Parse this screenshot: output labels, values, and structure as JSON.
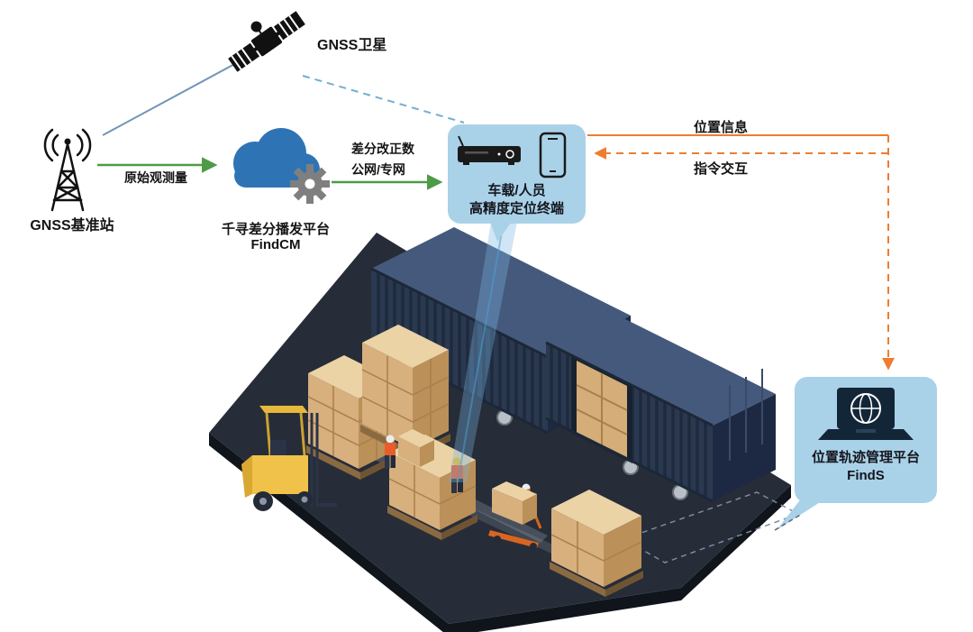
{
  "nodes": {
    "satellite": {
      "label": "GNSS卫星"
    },
    "base_station": {
      "label": "GNSS基准站"
    },
    "cloud": {
      "name": "千寻差分播发平台",
      "product": "FindCM"
    },
    "terminal": {
      "line1": "车载/人员",
      "line2": "高精度定位终端"
    },
    "management": {
      "name": "位置轨迹管理平台",
      "product": "FindS"
    }
  },
  "edges": {
    "raw_observation": {
      "label": "原始观测量"
    },
    "corrections": {
      "line1": "差分改正数",
      "line2": "公网/专网"
    },
    "position_info": {
      "label": "位置信息"
    },
    "command": {
      "label": "指令交互"
    }
  },
  "icons": {
    "satellite-icon": "black GNSS satellite glyph",
    "base-station-icon": "black lattice antenna tower with signal arcs",
    "cloud-icon": "blue cloud",
    "gear-icon": "gray gear",
    "receiver-icon": "vehicle positioning receiver box",
    "phone-icon": "handheld smartphone",
    "laptop-globe-icon": "laptop with globe on screen"
  },
  "colors": {
    "bubble_fill": "#a9d2e8",
    "arrow_green": "#4e9b47",
    "arrow_orange": "#ed7d31",
    "link_blue": "#74aed0",
    "cloud_blue": "#2e74b5",
    "gear_gray": "#7f7f7f",
    "container_navy": "#2b3950",
    "floor_dark": "#262c38",
    "box_tan": "#d7b07e",
    "forklift_yellow": "#f0c24a"
  }
}
